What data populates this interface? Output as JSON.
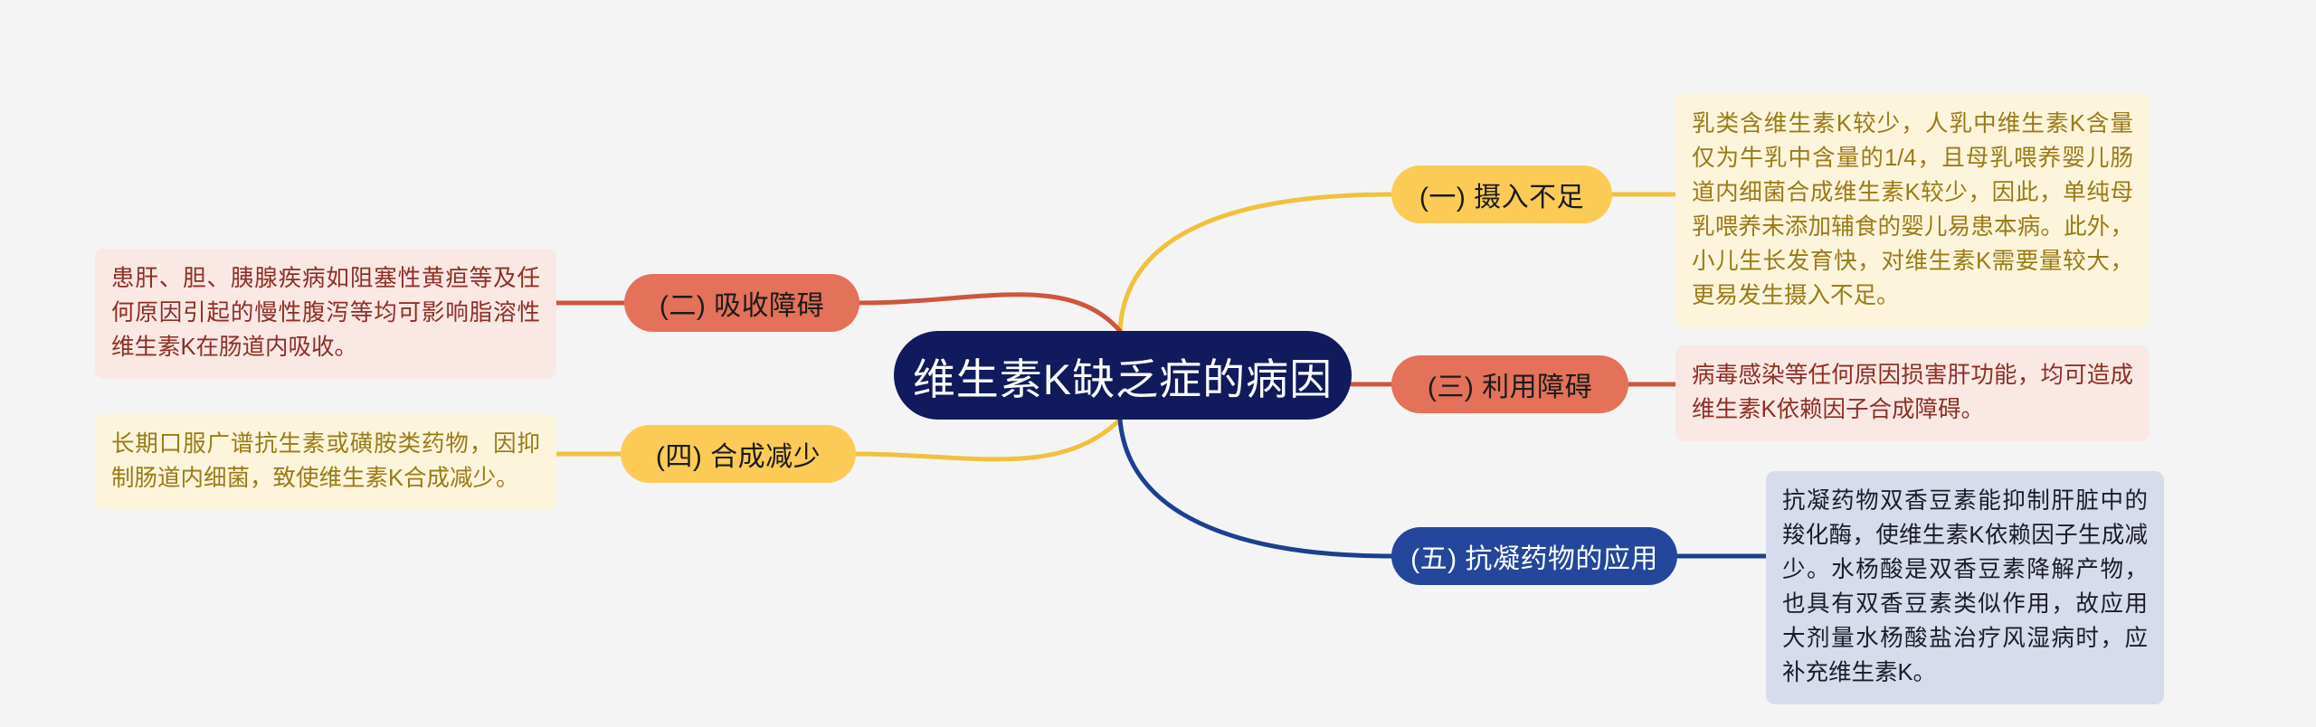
{
  "diagram": {
    "type": "mind-map",
    "background_color": "#f4f4f4",
    "center": {
      "label": "维生素K缺乏症的病因",
      "fill": "#101a5c",
      "text_color": "#ffffff"
    },
    "branches": [
      {
        "id": "branch-1",
        "label": "(一) 摄入不足",
        "side": "right",
        "pill_color": "#fbcb56",
        "pill_text_color": "#1b1b1b",
        "link_color": "#f0c13c",
        "detail": "乳类含维生素K较少，人乳中维生素K含量仅为牛乳中含量的1/4，且母乳喂养婴儿肠道内细菌合成维生素K较少，因此，单纯母乳喂养未添加辅食的婴儿易患本病。此外，小儿生长发育快，对维生素K需要量较大，更易发生摄入不足。",
        "detail_bg": "#fdf4dc",
        "detail_text_color": "#9a7b17"
      },
      {
        "id": "branch-2",
        "label": "(二) 吸收障碍",
        "side": "left",
        "pill_color": "#e4715a",
        "pill_text_color": "#1b1b1b",
        "link_color": "#cf5540",
        "detail": "患肝、胆、胰腺疾病如阻塞性黄疸等及任何原因引起的慢性腹泻等均可影响脂溶性维生素K在肠道内吸收。",
        "detail_bg": "#fae8e4",
        "detail_text_color": "#8e2f24"
      },
      {
        "id": "branch-3",
        "label": "(三) 利用障碍",
        "side": "right",
        "pill_color": "#e4715a",
        "pill_text_color": "#1b1b1b",
        "link_color": "#cf5540",
        "detail": "病毒感染等任何原因损害肝功能，均可造成维生素K依赖因子合成障碍。",
        "detail_bg": "#fae8e4",
        "detail_text_color": "#8e2f24"
      },
      {
        "id": "branch-4",
        "label": "(四) 合成减少",
        "side": "left",
        "pill_color": "#fbcb56",
        "pill_text_color": "#1b1b1b",
        "link_color": "#f0c13c",
        "detail": "长期口服广谱抗生素或磺胺类药物，因抑制肠道内细菌，致使维生素K合成减少。",
        "detail_bg": "#fdf4dc",
        "detail_text_color": "#9a7b17"
      },
      {
        "id": "branch-5",
        "label": "(五) 抗凝药物的应用",
        "side": "right",
        "pill_color": "#24479b",
        "pill_text_color": "#ffffff",
        "link_color": "#1d3f8f",
        "detail": "抗凝药物双香豆素能抑制肝脏中的羧化酶，使维生素K依赖因子生成减少。水杨酸是双香豆素降解产物，也具有双香豆素类似作用，故应用大剂量水杨酸盐治疗风湿病时，应补充维生素K。",
        "detail_bg": "#d6dcec",
        "detail_text_color": "#1c1c28"
      }
    ]
  }
}
